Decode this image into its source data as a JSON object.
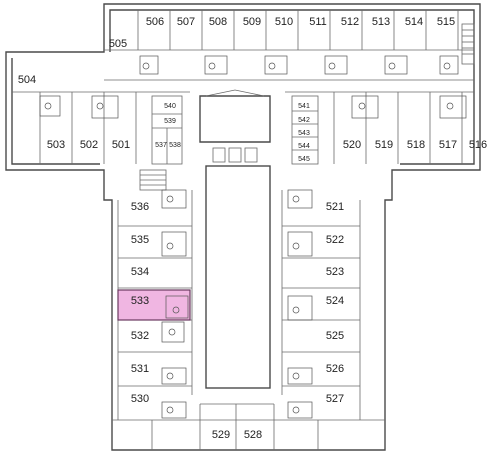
{
  "highlight_color": "#f0b6e2",
  "selected_room": "533",
  "rooms": {
    "r501": "501",
    "r502": "502",
    "r503": "503",
    "r504": "504",
    "r505": "505",
    "r506": "506",
    "r507": "507",
    "r508": "508",
    "r509": "509",
    "r510": "510",
    "r511": "511",
    "r512": "512",
    "r513": "513",
    "r514": "514",
    "r515": "515",
    "r516": "516",
    "r517": "517",
    "r518": "518",
    "r519": "519",
    "r520": "520",
    "r521": "521",
    "r522": "522",
    "r523": "523",
    "r524": "524",
    "r525": "525",
    "r526": "526",
    "r527": "527",
    "r528": "528",
    "r529": "529",
    "r530": "530",
    "r531": "531",
    "r532": "532",
    "r533": "533",
    "r534": "534",
    "r535": "535",
    "r536": "536",
    "r537": "537",
    "r538": "538",
    "r539": "539",
    "r540": "540",
    "r541": "541",
    "r542": "542",
    "r543": "543",
    "r544": "544",
    "r545": "545"
  }
}
